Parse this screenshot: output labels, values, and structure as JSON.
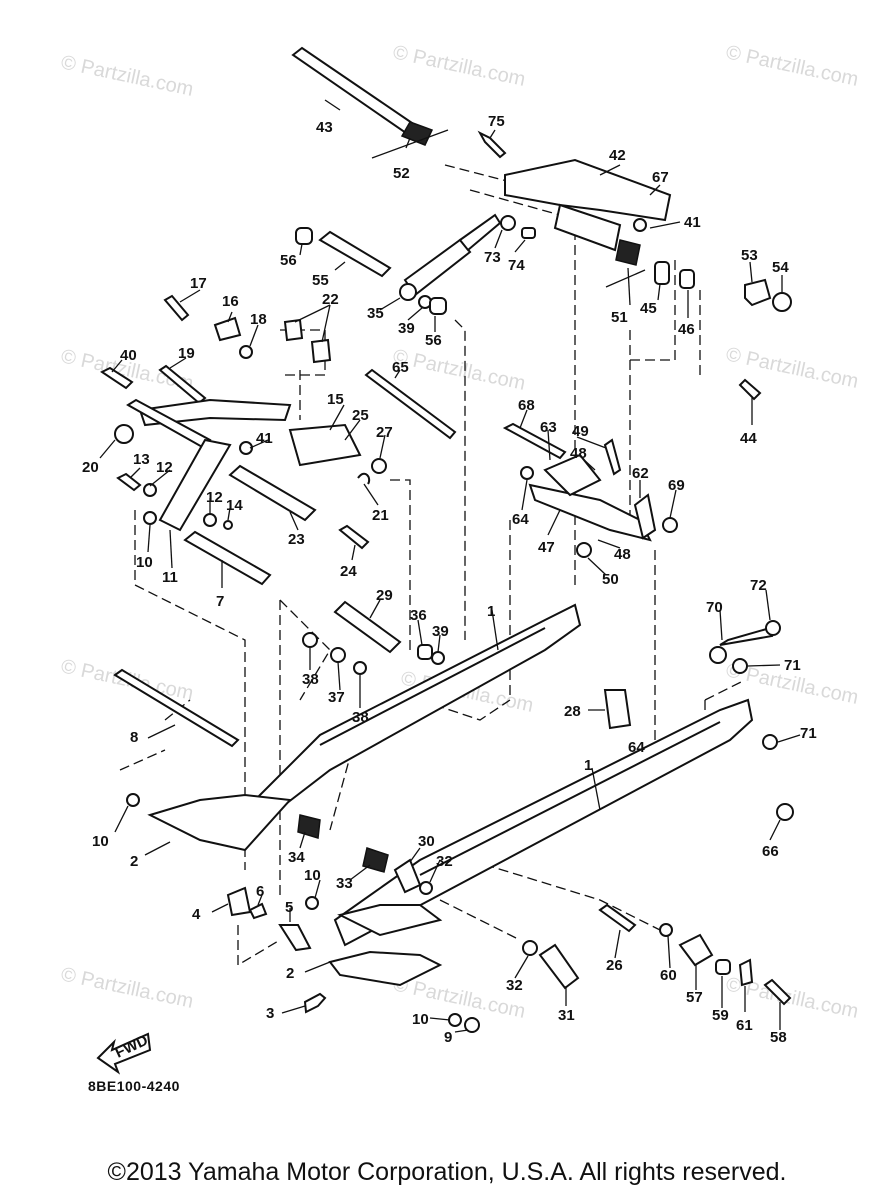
{
  "watermark_text": "© Partzilla.com",
  "figure_code": "8BE100-4240",
  "fwd_label": "FWD",
  "copyright": "©2013 Yamaha Motor Corporation, U.S.A. All rights reserved.",
  "callouts": [
    "1",
    "2",
    "3",
    "4",
    "5",
    "6",
    "7",
    "8",
    "9",
    "10",
    "11",
    "12",
    "13",
    "14",
    "15",
    "16",
    "17",
    "18",
    "19",
    "20",
    "21",
    "22",
    "23",
    "24",
    "25",
    "26",
    "27",
    "28",
    "29",
    "30",
    "31",
    "32",
    "33",
    "34",
    "35",
    "36",
    "37",
    "38",
    "39",
    "40",
    "41",
    "42",
    "43",
    "44",
    "45",
    "46",
    "47",
    "48",
    "49",
    "50",
    "51",
    "52",
    "53",
    "54",
    "55",
    "56",
    "57",
    "58",
    "59",
    "60",
    "61",
    "62",
    "63",
    "64",
    "65",
    "66",
    "67",
    "68",
    "69",
    "70",
    "71",
    "72",
    "73",
    "74",
    "75"
  ]
}
